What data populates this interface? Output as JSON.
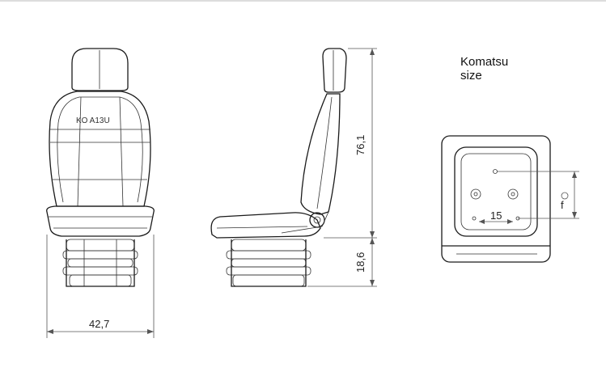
{
  "caption": {
    "line1": "Komatsu",
    "line2": "size"
  },
  "dimensions": {
    "width": "42,7",
    "height_upper": "76,1",
    "height_lower": "18,6",
    "mount_spacing": "15",
    "slot_label": "f"
  },
  "seat_logo_text": "KO  A13U"
}
